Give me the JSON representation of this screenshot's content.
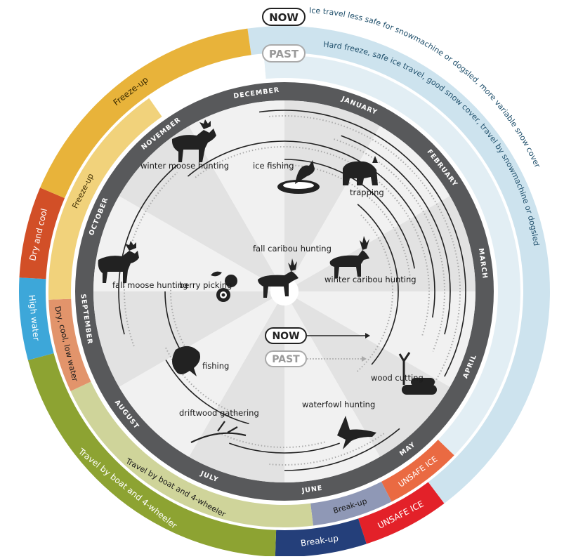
{
  "legend": {
    "now": "NOW",
    "past": "PAST"
  },
  "months": [
    "JANUARY",
    "FEBRUARY",
    "MARCH",
    "APRIL",
    "MAY",
    "JUNE",
    "JULY",
    "AUGUST",
    "SEPTEMBER",
    "OCTOBER",
    "NOVEMBER",
    "DECEMBER"
  ],
  "outer_ring_now": [
    {
      "label": "Ice travel less safe for snowmachine or dogsled, more variable snow cover",
      "color": "#cde3ee"
    },
    {
      "label": "UNSAFE ICE",
      "color": "#e32129"
    },
    {
      "label": "Break-up",
      "color": "#243f7a"
    },
    {
      "label": "Travel by boat and 4-wheeler",
      "color": "#8da332"
    },
    {
      "label": "High water",
      "color": "#3da7d9"
    },
    {
      "label": "Dry and cool",
      "color": "#d24f27"
    },
    {
      "label": "Freeze-up",
      "color": "#e8b33a"
    }
  ],
  "inner_ring_past": [
    {
      "label": "Hard freeze, safe ice travel, good snow cover, travel by snowmachine or dogsled",
      "color": "#e2eef4"
    },
    {
      "label": "UNSAFE ICE",
      "color": "#ea6a42"
    },
    {
      "label": "Break-up",
      "color": "#8f98b6"
    },
    {
      "label": "Travel by boat and 4-wheeler",
      "color": "#cfd49a"
    },
    {
      "label": "Dry, cool, low water",
      "color": "#e2946b"
    },
    {
      "label": "Freeze-up",
      "color": "#f1d27b"
    }
  ],
  "activities": [
    {
      "label": "ice fishing",
      "icon": "ice-fishing-icon"
    },
    {
      "label": "trapping",
      "icon": "lynx-icon"
    },
    {
      "label": "winter moose hunting",
      "icon": "moose-icon"
    },
    {
      "label": "fall caribou hunting",
      "icon": "caribou-icon"
    },
    {
      "label": "winter caribou hunting",
      "icon": "caribou-icon"
    },
    {
      "label": "berry picking",
      "icon": "berry-icon"
    },
    {
      "label": "fall moose hunting",
      "icon": "moose-icon"
    },
    {
      "label": "fishing",
      "icon": "fish-icon"
    },
    {
      "label": "wood cutting",
      "icon": "wood-icon"
    },
    {
      "label": "driftwood gathering",
      "icon": "driftwood-icon"
    },
    {
      "label": "waterfowl hunting",
      "icon": "goose-icon"
    }
  ],
  "colors": {
    "month_ring": "#58595b",
    "now_arc": "#222222",
    "past_arc": "#aaaaaa"
  }
}
